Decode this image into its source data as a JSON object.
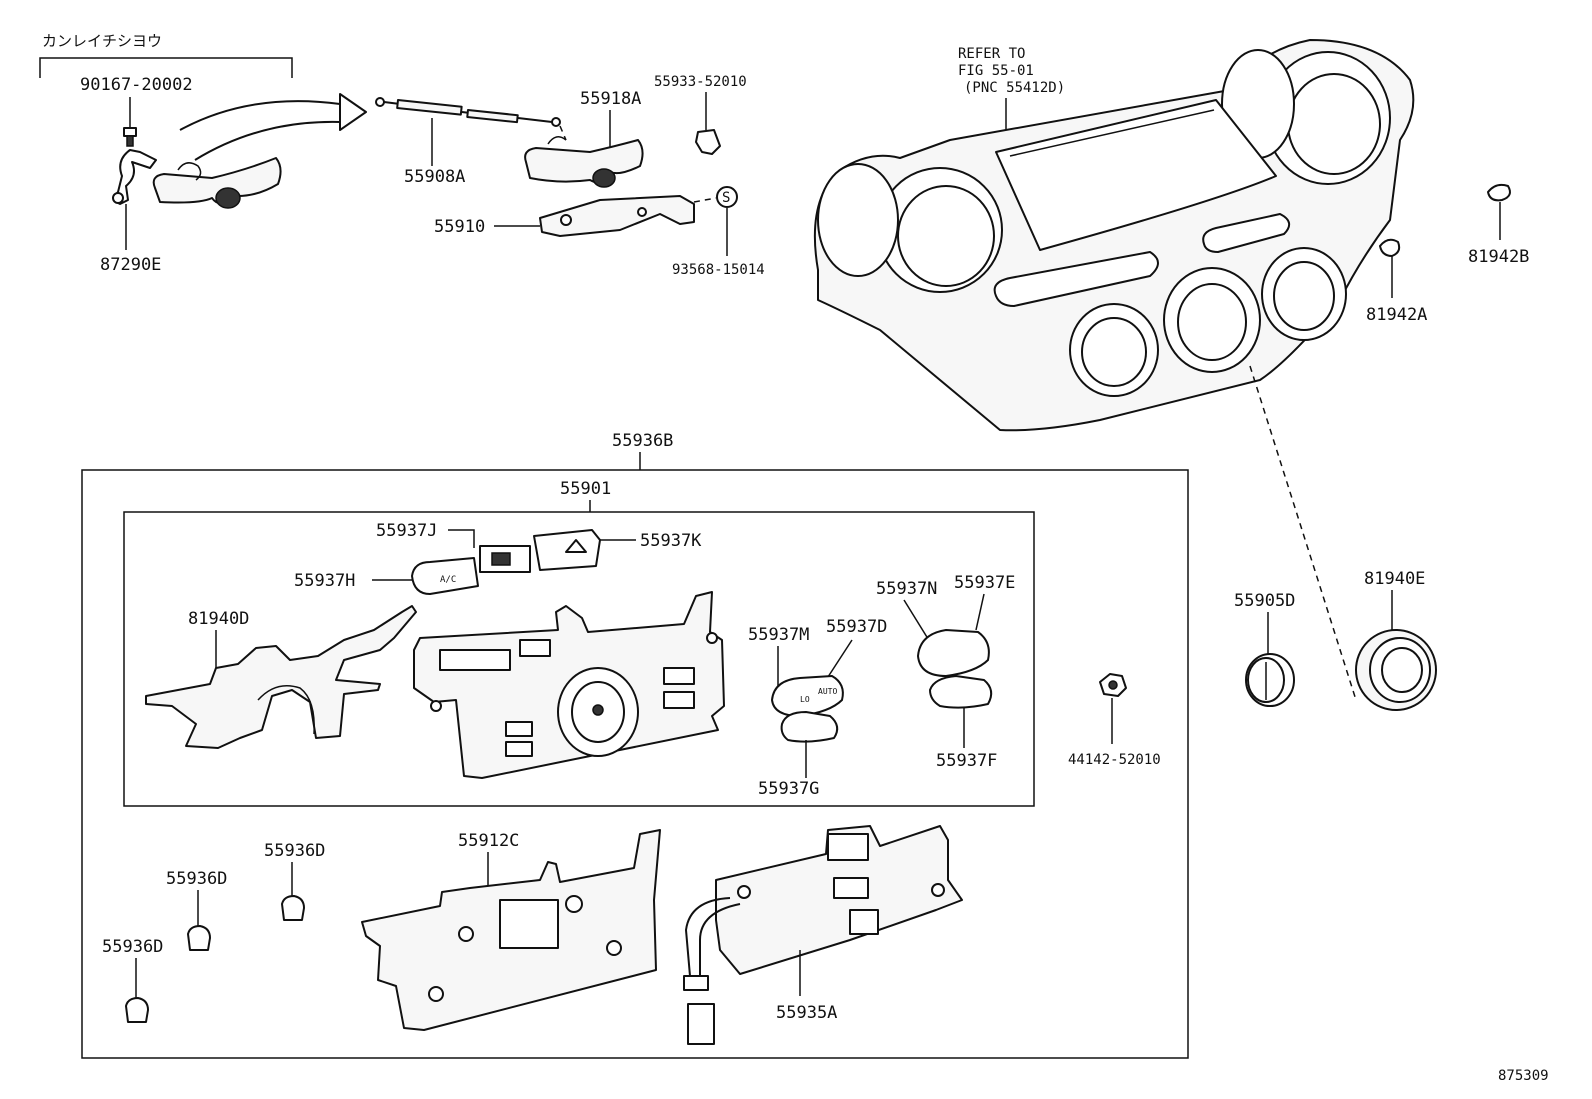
{
  "diagram": {
    "figure_number": "875309",
    "refer_note": {
      "line1": "REFER TO",
      "line2": "FIG 55-01",
      "line3": "(PNC 55412D)"
    },
    "bracket_note": "カンレイチシヨウ",
    "labels": {
      "p90167": "90167-20002",
      "p87290E": "87290E",
      "p55908A": "55908A",
      "p55918A": "55918A",
      "p55933": "55933-52010",
      "p55910": "55910",
      "p93568": "93568-15014",
      "p81942A": "81942A",
      "p81942B": "81942B",
      "p55936B": "55936B",
      "p55901": "55901",
      "p55937J": "55937J",
      "p55937K": "55937K",
      "p55937H": "55937H",
      "p81940D": "81940D",
      "p55937M": "55937M",
      "p55937D": "55937D",
      "p55937N": "55937N",
      "p55937E": "55937E",
      "p55937G": "55937G",
      "p55937F": "55937F",
      "p44142": "44142-52010",
      "p55905D": "55905D",
      "p81940E": "81940E",
      "p55936D_a": "55936D",
      "p55936D_b": "55936D",
      "p55936D_c": "55936D",
      "p55912C": "55912C",
      "p55935A": "55935A"
    },
    "symbol_s": "S",
    "button_marks": {
      "ac": "A/C",
      "lo": "LO",
      "auto": "AUTO"
    }
  }
}
